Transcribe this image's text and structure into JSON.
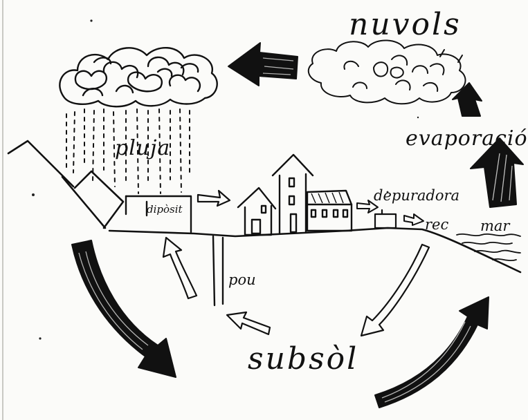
{
  "labels": {
    "clouds": "nuvols",
    "rain": "pluja",
    "evaporation": "evaporació",
    "tank": "dipòsit",
    "treatment_plant": "depuradora",
    "irrigation": "rec",
    "sea": "mar",
    "well": "pou",
    "subsoil": "subsòl"
  }
}
